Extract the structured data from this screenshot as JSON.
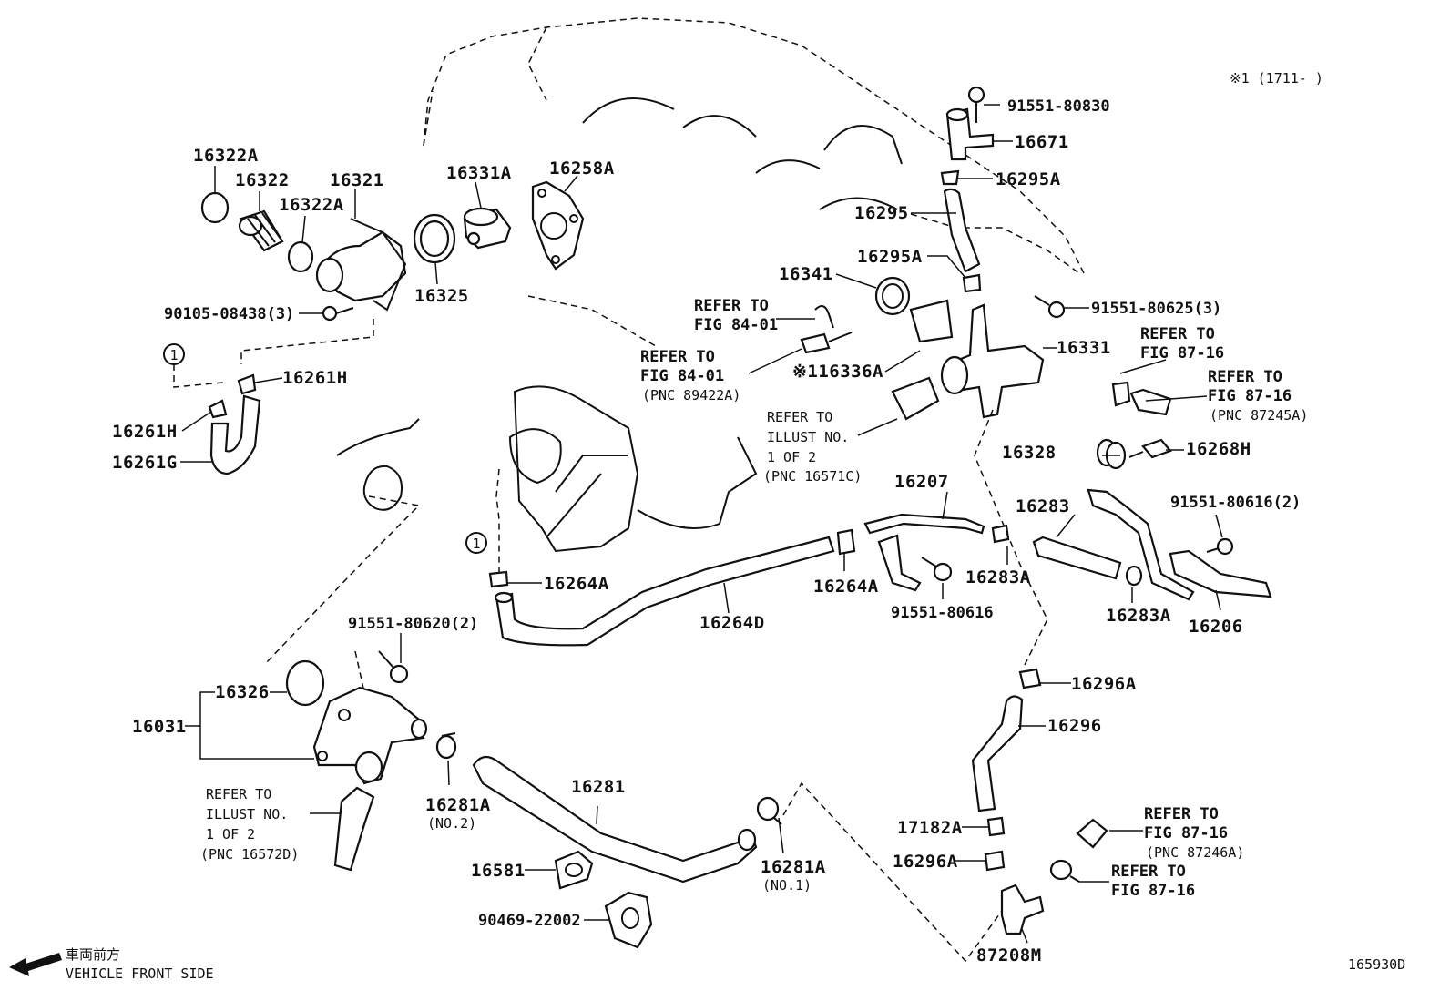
{
  "header_note": "※1 (1711-      )",
  "figure_id": "165930D",
  "vehicle_front": {
    "japanese": "車両前方",
    "english": "VEHICLE FRONT SIDE"
  },
  "part_numbers": {
    "p16322A_a": "16322A",
    "p16322": "16322",
    "p16322A_b": "16322A",
    "p16321": "16321",
    "p16331A": "16331A",
    "p16258A": "16258A",
    "p16325": "16325",
    "p90105": "90105-08438(3)",
    "p16261H_a": "16261H",
    "p16261H_b": "16261H",
    "p16261G": "16261G",
    "p91551_80830": "91551-80830",
    "p16671": "16671",
    "p16295A_a": "16295A",
    "p16295": "16295",
    "p16295A_b": "16295A",
    "p16341": "16341",
    "p91551_80625": "91551-80625(3)",
    "p16331": "16331",
    "p16336A": "※116336A",
    "p16328": "16328",
    "p16268H": "16268H",
    "p16207": "16207",
    "p16283": "16283",
    "p91551_80616_2": "91551-80616(2)",
    "p16264A_a": "16264A",
    "p16264A_b": "16264A",
    "p16283A_a": "16283A",
    "p91551_80616": "91551-80616",
    "p16283A_b": "16283A",
    "p16206": "16206",
    "p16264D": "16264D",
    "p91551_80620": "91551-80620(2)",
    "p16326": "16326",
    "p16031": "16031",
    "p16296A_a": "16296A",
    "p16296": "16296",
    "p16281": "16281",
    "p16281A_a": "16281A",
    "p16281A_a_note": "(NO.2)",
    "p16581": "16581",
    "p16281A_b": "16281A",
    "p16281A_b_note": "(NO.1)",
    "p90469": "90469-22002",
    "p17182A": "17182A",
    "p16296A_b": "16296A",
    "p87208M": "87208M"
  },
  "references": {
    "r1": [
      "REFER TO",
      "FIG 84-01"
    ],
    "r2": [
      "REFER TO",
      "FIG 84-01",
      "(PNC 89422A)"
    ],
    "r3": [
      "REFER TO",
      "ILLUST NO.",
      "1 OF 2",
      "(PNC 16571C)"
    ],
    "r4": [
      "REFER TO",
      "FIG 87-16"
    ],
    "r5": [
      "REFER TO",
      "FIG 87-16",
      "(PNC 87245A)"
    ],
    "r6": [
      "REFER TO",
      "ILLUST NO.",
      "1 OF 2",
      "(PNC 16572D)"
    ],
    "r7": [
      "REFER TO",
      "FIG 87-16",
      "(PNC 87246A)"
    ],
    "r8": [
      "REFER TO",
      "FIG 87-16"
    ]
  },
  "connector_marker": "1"
}
